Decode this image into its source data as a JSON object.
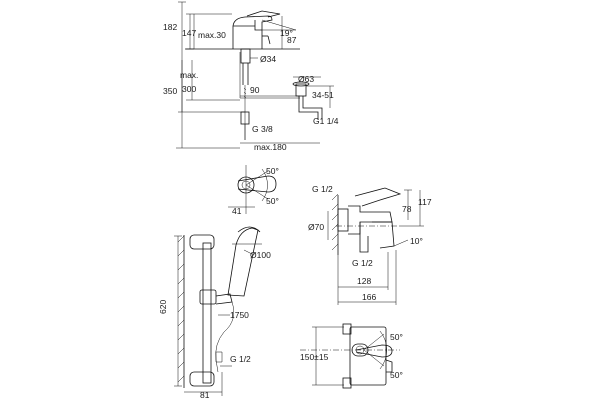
{
  "basin": {
    "d182": "182",
    "d147": "147",
    "dmax30": "max.30",
    "d19": "19°",
    "d87": "87",
    "d34": "Ø34",
    "dmax": "max.",
    "d300": "300",
    "d350": "350",
    "d90": "90",
    "d63": "Ø63",
    "d3451": "34-51",
    "dg38": "G 3/8",
    "dg114": "G1 1/4",
    "dmax180": "max.180"
  },
  "lever": {
    "a50top": "50°",
    "d41": "41",
    "a50bot": "50°"
  },
  "bath": {
    "dg12top": "G 1/2",
    "d78": "78",
    "d117": "117",
    "d70": "Ø70",
    "a10": "10°",
    "dg12bot": "G 1/2",
    "d128": "128",
    "d166": "166"
  },
  "shower": {
    "d100": "Ø100",
    "d620": "620",
    "d1750": "1750",
    "dg12": "G 1/2",
    "d81": "81"
  },
  "front": {
    "a50top": "50°",
    "d150": "150±15",
    "a50bot": "50°"
  }
}
